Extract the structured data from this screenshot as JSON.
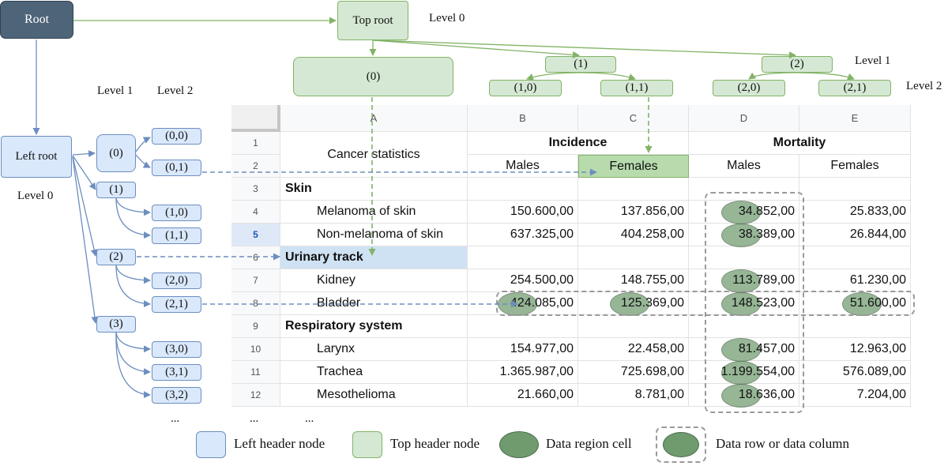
{
  "tree": {
    "root": "Root",
    "top_root": "Top root",
    "left_root": "Left root",
    "level0_top": "Level 0",
    "level0_left": "Level 0",
    "level1_top": "Level 1",
    "level2_top": "Level 2",
    "level1_left": "Level 1",
    "level2_left": "Level 2",
    "top_nodes": [
      "(0)",
      "(1)",
      "(1,0)",
      "(1,1)",
      "(2)",
      "(2,0)",
      "(2,1)"
    ],
    "left_nodes": [
      "(0)",
      "(0,0)",
      "(0,1)",
      "(1)",
      "(1,0)",
      "(1,1)",
      "(2)",
      "(2,0)",
      "(2,1)",
      "(3)",
      "(3,0)",
      "(3,1)",
      "(3,2)"
    ],
    "ellipsis": "..."
  },
  "sheet": {
    "columns": [
      "A",
      "B",
      "C",
      "D",
      "E"
    ],
    "row_numbers": [
      "1",
      "2",
      "3",
      "4",
      "5",
      "6",
      "7",
      "8",
      "9",
      "10",
      "11",
      "12"
    ],
    "selected_row": "5",
    "title": "Cancer statistics",
    "group_incidence": "Incidence",
    "group_mortality": "Mortality",
    "sub_headers": [
      "Males",
      "Females",
      "Males",
      "Females"
    ],
    "sections": [
      "Skin",
      "Urinary track",
      "Respiratory system"
    ],
    "rows": [
      {
        "label": "Melanoma of skin",
        "values": [
          "150.600,00",
          "137.856,00",
          "34.852,00",
          "25.833,00"
        ]
      },
      {
        "label": "Non-melanoma of skin",
        "values": [
          "637.325,00",
          "404.258,00",
          "38.389,00",
          "26.844,00"
        ]
      },
      {
        "label": "Kidney",
        "values": [
          "254.500,00",
          "148.755,00",
          "113.789,00",
          "61.230,00"
        ]
      },
      {
        "label": "Bladder",
        "values": [
          "424.085,00",
          "125.369,00",
          "148.523,00",
          "51.600,00"
        ]
      },
      {
        "label": "Larynx",
        "values": [
          "154.977,00",
          "22.458,00",
          "81.457,00",
          "12.963,00"
        ]
      },
      {
        "label": "Trachea",
        "values": [
          "1.365.987,00",
          "725.698,00",
          "1.199.554,00",
          "576.089,00"
        ]
      },
      {
        "label": "Mesothelioma",
        "values": [
          "21.660,00",
          "8.781,00",
          "18.636,00",
          "7.204,00"
        ]
      }
    ]
  },
  "legend": {
    "left_header": "Left header node",
    "top_header": "Top header node",
    "data_cell": "Data region cell",
    "data_row_col": "Data row or data column"
  },
  "colors": {
    "left_fill": "#dae8fc",
    "left_stroke": "#6c8ebf",
    "top_fill": "#d5e8d4",
    "top_stroke": "#82b366",
    "root_fill": "#4e6479",
    "data_cell": "#6f9b6e",
    "highlight_green": "#b7dbad",
    "highlight_blue": "#cfe2f3"
  }
}
